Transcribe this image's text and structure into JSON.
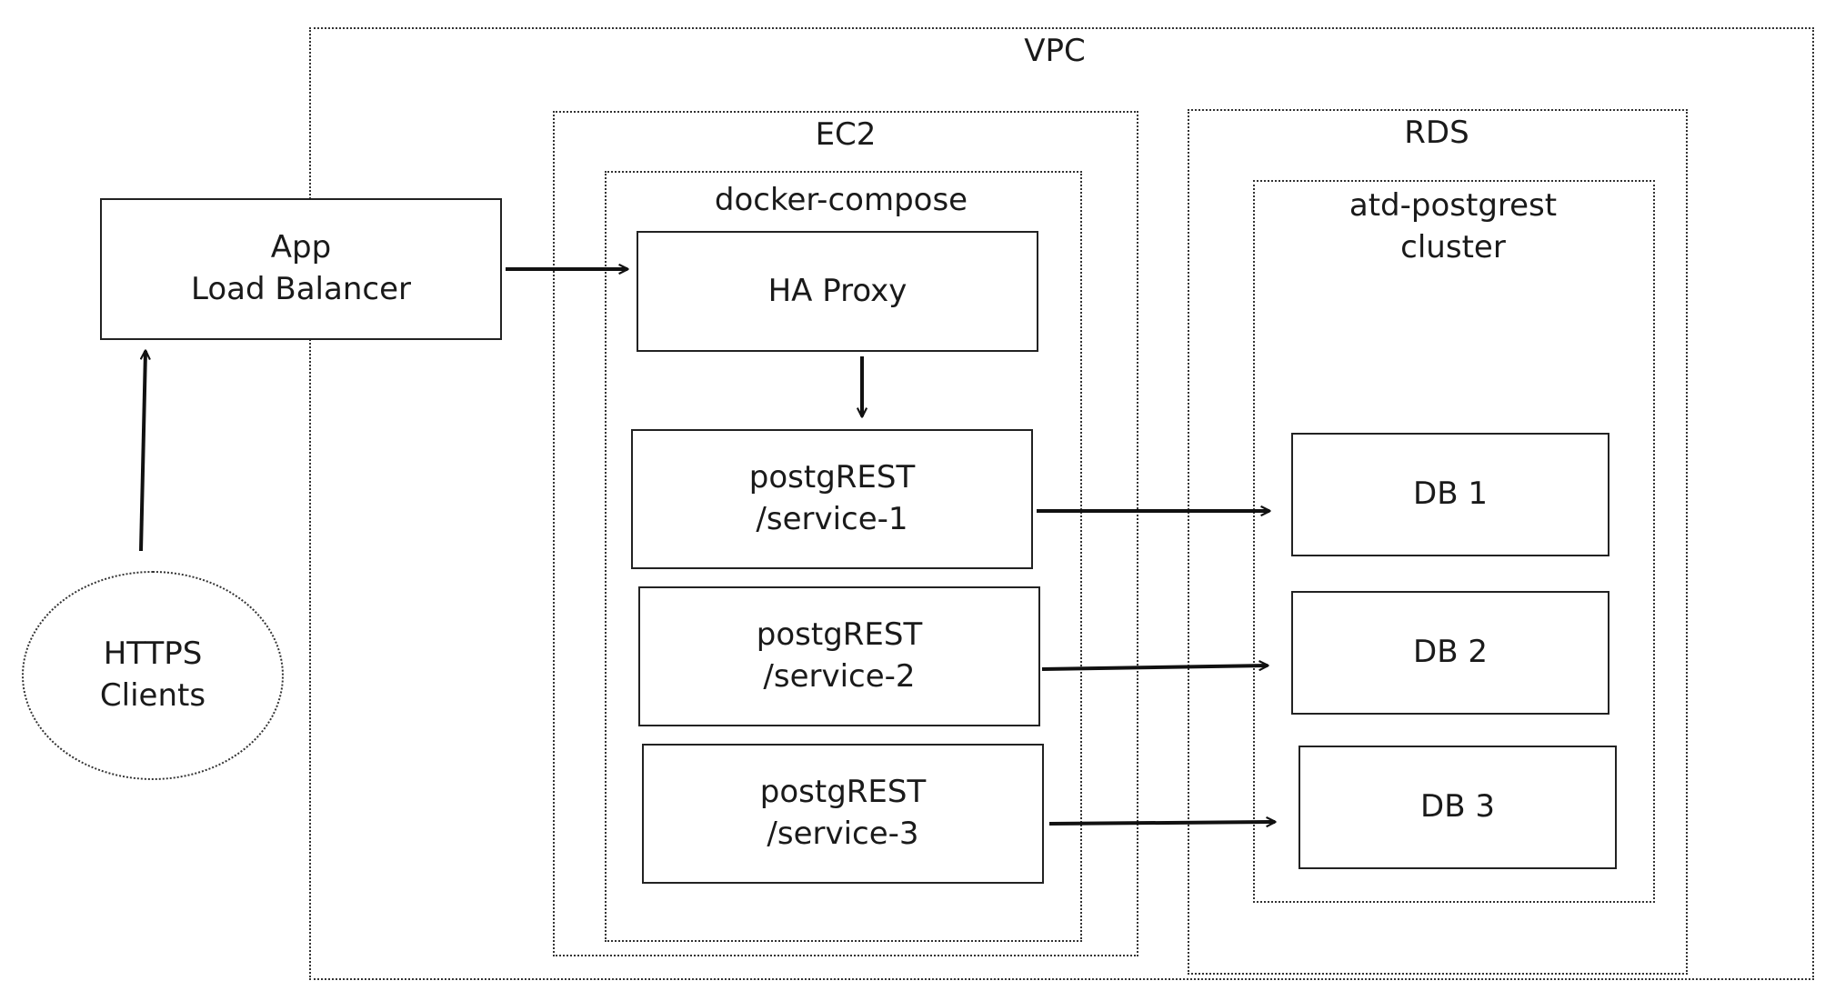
{
  "containers": {
    "vpc": "VPC",
    "ec2": "EC2",
    "docker_compose": "docker-compose",
    "rds": "RDS",
    "cluster_line1": "atd-postgrest",
    "cluster_line2": "cluster"
  },
  "nodes": {
    "load_balancer": {
      "line1": "App",
      "line2": "Load Balancer"
    },
    "clients": {
      "line1": "HTTPS",
      "line2": "Clients"
    },
    "ha_proxy": "HA Proxy",
    "service1": {
      "line1": "postgREST",
      "line2": "/service-1"
    },
    "service2": {
      "line1": "postgREST",
      "line2": "/service-2"
    },
    "service3": {
      "line1": "postgREST",
      "line2": "/service-3"
    },
    "db1": "DB 1",
    "db2": "DB 2",
    "db3": "DB 3"
  }
}
